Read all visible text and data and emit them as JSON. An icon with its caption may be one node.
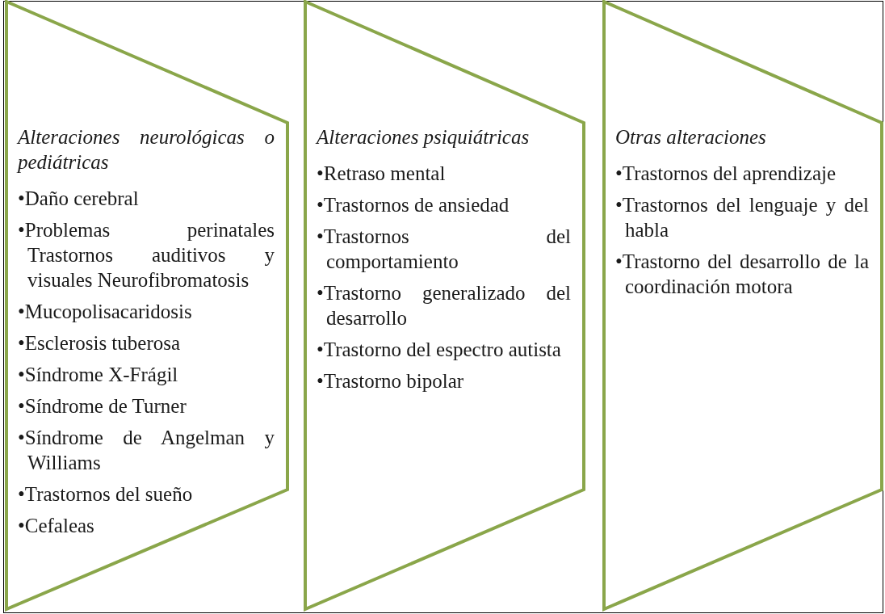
{
  "diagram": {
    "nodes": [
      {
        "text": [
          "Alteraciones neurológicas o pediátricas",
          "•Daño cerebral",
          "•Problemas perinatales Trastornos auditivos y visuales Neurofibromatosis",
          "•Mucopolisacaridosis",
          "•Esclerosis tuberosa",
          "•Síndrome X-Frágil",
          "•Síndrome de Turner",
          "•Síndrome de Angelman y Williams",
          "•Trastornos del sueño",
          "•Cefaleas"
        ]
      },
      {
        "text": [
          "Alteraciones psiquiátricas",
          "•Retraso mental",
          "•Trastornos de ansiedad",
          "•Trastornos del comportamiento",
          "•Trastorno generalizado del desarrollo",
          "•Trastorno del espectro autista",
          "•Trastorno bipolar"
        ]
      },
      {
        "text": [
          "Otras alteraciones",
          "•Trastornos del aprendizaje",
          "•Trastornos del lenguaje y del habla",
          "•Trastorno del desarrollo de la coordinación motora"
        ]
      }
    ]
  }
}
